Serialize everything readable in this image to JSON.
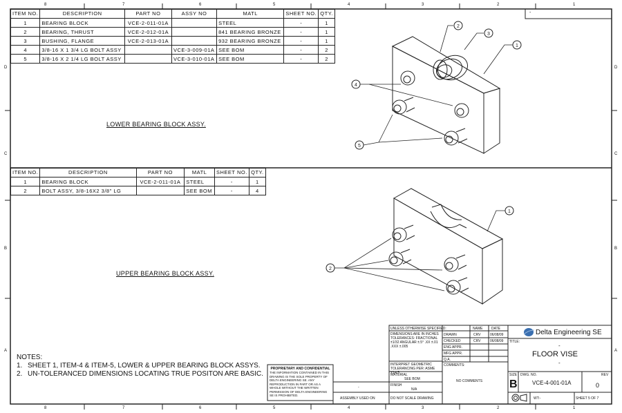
{
  "border": {
    "top_zones": [
      "8",
      "7",
      "6",
      "5",
      "4",
      "3",
      "2",
      "1"
    ],
    "bottom_zones": [
      "8",
      "7",
      "6",
      "5",
      "4",
      "3",
      "2",
      "1"
    ],
    "side_zones": [
      "D",
      "C",
      "B",
      "A"
    ],
    "corner_box": "-"
  },
  "lower_bom": {
    "headers": [
      "ITEM NO.",
      "DESCRIPTION",
      "PART NO",
      "ASSY NO",
      "MATL",
      "SHEET NO.",
      "QTY."
    ],
    "rows": [
      [
        "1",
        "BEARING BLOCK",
        "VCE-2-011-01A",
        "",
        "STEEL",
        "-",
        "1"
      ],
      [
        "2",
        "BEARING, THRUST",
        "VCE-2-012-01A",
        "",
        "841 BEARING BRONZE",
        "-",
        "1"
      ],
      [
        "3",
        "BUSHING, FLANGE",
        "VCE-2-013-01A",
        "",
        "932 BEARING BRONZE",
        "-",
        "1"
      ],
      [
        "4",
        "3/8-16 X 1 3/4 LG BOLT ASSY",
        "",
        "VCE-3-009-01A",
        "SEE BOM",
        "-",
        "2"
      ],
      [
        "5",
        "3/8-16 X 2 1/4 LG BOLT ASSY",
        "",
        "VCE-3-010-01A",
        "SEE BOM",
        "-",
        "2"
      ]
    ]
  },
  "upper_bom": {
    "headers": [
      "ITEM NO.",
      "DESCRIPTION",
      "PART NO",
      "MATL",
      "SHEET NO.",
      "QTY."
    ],
    "rows": [
      [
        "1",
        "BEARING BLOCK",
        "VCE-2-011-01A",
        "STEEL",
        "-",
        "1"
      ],
      [
        "2",
        "BOLT ASSY, 3/8-16X2 3/8\" LG",
        "",
        "SEE BOM",
        "-",
        "4"
      ]
    ]
  },
  "views": {
    "lower_label": "LOWER BEARING BLOCK ASSY.",
    "upper_label": "UPPER BEARING BLOCK ASSY.",
    "lower_balloons": [
      "1",
      "2",
      "3",
      "4",
      "5"
    ],
    "upper_balloons": [
      "1",
      "2"
    ]
  },
  "notes": {
    "title": "NOTES:",
    "items": [
      {
        "num": "1.",
        "text": "SHEET 1, ITEM-4 & ITEM-5, LOWER & UPPER BEARING BLOCK ASSYS."
      },
      {
        "num": "2.",
        "text": "UN-TOLERANCED DIMENSIONS LOCATING TRUE POSITON ARE BASIC."
      }
    ]
  },
  "proprietary": {
    "title": "PROPRIETARY AND CONFIDENTIAL",
    "body": "THE INFORMATION CONTAINED IN THIS DRAWING IS THE SOLE PROPERTY OF DELTA ENGINEERING SE. ANY REPRODUCTION IN PART OR AS A WHOLE WITHOUT THE WRITTEN PERMISSION OF DELTA ENGINEERING SE IS PROHIBITED."
  },
  "title_block": {
    "unless_specified": "UNLESS OTHERWISE SPECIFIED:",
    "dimensions": "DIMENSIONS ARE IN INCHES TOLERANCES: FRACTIONAL ±1/32 ANGULAR ±.5° .XX ±.01 .XXX ±.005",
    "interpret": "INTERPRET GEOMETRIC TOLERANCING PER: ASME Y14.5",
    "material_label": "MATERIAL",
    "material": "SEE BOM",
    "finish_label": "FINISH",
    "finish": "N/A",
    "do_not_scale": "DO NOT SCALE DRAWING",
    "next_assy": "-",
    "used_on": "ASSEMBLY USED ON",
    "name_header": "NAME",
    "date_header": "DATE",
    "drawn_label": "DRAWN",
    "drawn_name": "CRV",
    "drawn_date": "06/08/09",
    "checked_label": "CHECKED",
    "checked_name": "CRV",
    "checked_date": "06/08/09",
    "eng_appr": "ENG APPR.",
    "mfg_appr": "MFG APPR.",
    "qa": "Q.A.",
    "comments_label": "COMMENTS:",
    "comments": "NO COMMENTS",
    "company": "Delta Engineering SE",
    "title_label": "TITLE:",
    "title_top": "-",
    "title": "FLOOR VISE",
    "title_bottom": "-",
    "size_label": "SIZE",
    "size": "B",
    "dwg_label": "DWG. NO.",
    "dwg_no": "VCE-4-001-01A",
    "rev_label": "REV",
    "rev": "0",
    "weight": "WT:-",
    "sheet": "SHEET 5 OF 7"
  },
  "colors": {
    "line": "#222222",
    "logo": "#3a6fb0"
  }
}
